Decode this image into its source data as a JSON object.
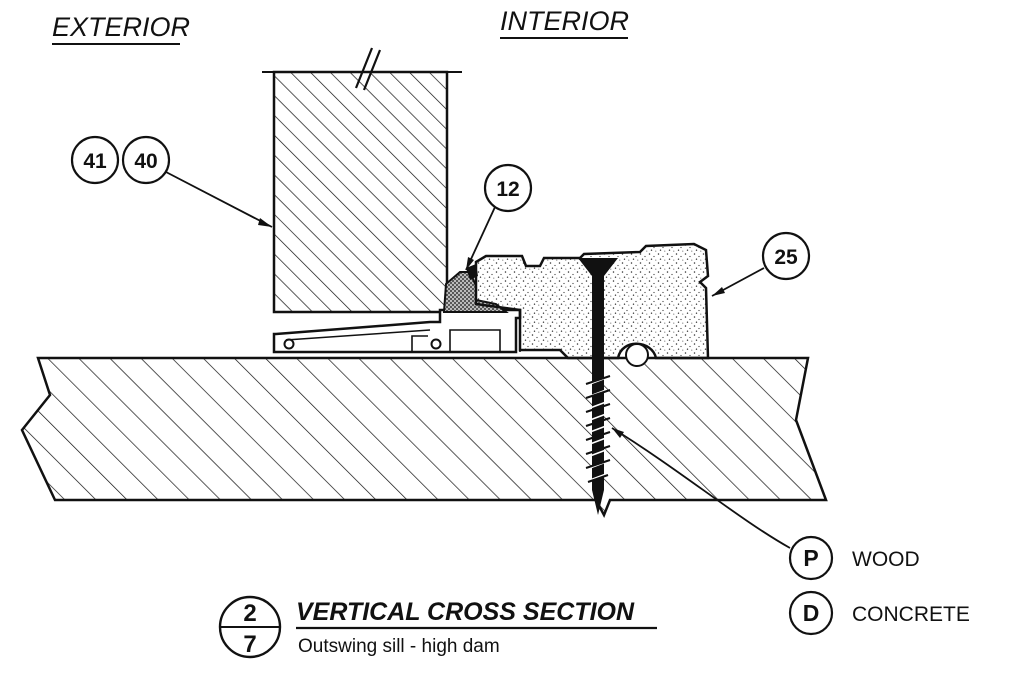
{
  "labels": {
    "exterior": "EXTERIOR",
    "interior": "INTERIOR"
  },
  "callouts": {
    "c41": "41",
    "c40": "40",
    "c12": "12",
    "c25": "25"
  },
  "legend": [
    {
      "key": "P",
      "text": "WOOD"
    },
    {
      "key": "D",
      "text": "CONCRETE"
    }
  ],
  "section_ref": {
    "number": "2",
    "sheet": "7"
  },
  "title": "VERTICAL CROSS SECTION",
  "subtitle": "Outswing sill - high dam",
  "colors": {
    "ink": "#111111",
    "paper": "#ffffff"
  }
}
